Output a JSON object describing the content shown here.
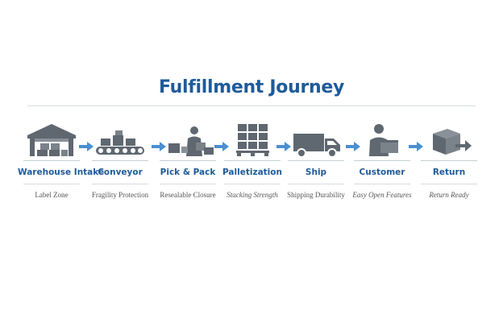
{
  "title": "Fulfillment Journey",
  "colors": {
    "accent": "#1f5a9a",
    "icon": "#5f6770",
    "arrow": "#4a8fd0"
  },
  "stages": [
    {
      "name": "Warehouse Intake",
      "note": "Label Zone",
      "icon": "warehouse-icon"
    },
    {
      "name": "Conveyor",
      "note": "Fragility Protection",
      "icon": "conveyor-icon"
    },
    {
      "name": "Pick & Pack",
      "note": "Resealable Closure",
      "icon": "packer-icon"
    },
    {
      "name": "Palletization",
      "note": "Stacking Strength",
      "icon": "pallet-icon"
    },
    {
      "name": "Ship",
      "note": "Shipping Durability",
      "icon": "truck-icon"
    },
    {
      "name": "Customer",
      "note": "Easy Open Features",
      "icon": "customer-icon"
    },
    {
      "name": "Return",
      "note": "Return Ready",
      "icon": "return-box-icon"
    }
  ]
}
